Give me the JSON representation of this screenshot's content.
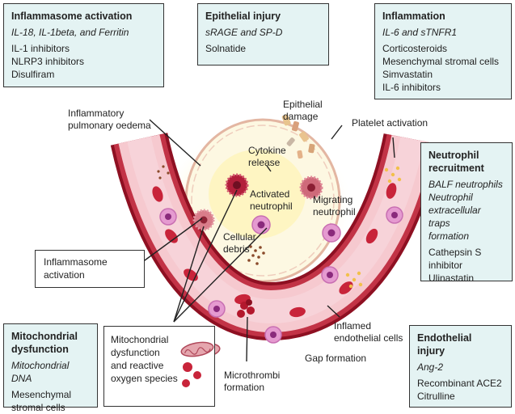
{
  "boxes": {
    "inflammasome_activation": {
      "title": "Inflammasome activation",
      "biomarkers": "IL-18, IL-1beta, and Ferritin",
      "therapies": [
        "IL-1 inhibitors",
        "NLRP3 inhibitors",
        "Disulfiram"
      ]
    },
    "epithelial_injury": {
      "title": "Epithelial injury",
      "biomarkers": "sRAGE and SP-D",
      "therapies": [
        "Solnatide"
      ]
    },
    "inflammation": {
      "title": "Inflammation",
      "biomarkers": "IL-6 and sTNFR1",
      "therapies": [
        "Corticosteroids",
        "Mesenchymal stromal cells",
        "Simvastatin",
        "IL-6 inhibitors"
      ]
    },
    "neutrophil_recruitment": {
      "title_lines": [
        "Neutrophil",
        "recruitment"
      ],
      "biomarker_lines": [
        "BALF neutrophils",
        "Neutrophil",
        "extracellular traps",
        "formation"
      ],
      "therapy_lines": [
        "Cathepsin S",
        "inhibitor",
        "Ulinastatin"
      ]
    },
    "mitochondrial_dysfunction": {
      "title_lines": [
        "Mitochondrial",
        "dysfunction"
      ],
      "biomarkers": "Mitochondrial DNA",
      "therapy_lines": [
        "Mesenchymal",
        "stromal cells"
      ]
    },
    "endothelial_injury": {
      "title_lines": [
        "Endothelial",
        "injury"
      ],
      "biomarkers": "Ang-2",
      "therapy_lines": [
        "Recombinant ACE2",
        "Citrulline"
      ]
    },
    "inflammasome_callout": {
      "lines": [
        "Inflammasome",
        "activation"
      ]
    },
    "mito_ros_callout": {
      "lines": [
        "Mitochondrial",
        "dysfunction",
        "and reactive",
        "oxygen species"
      ]
    }
  },
  "labels": {
    "pulmonary_oedema": [
      "Inflammatory",
      "pulmonary oedema"
    ],
    "epithelial_damage": [
      "Epithelial",
      "damage"
    ],
    "platelet_activation": "Platelet activation",
    "cytokine_release": [
      "Cytokine",
      "release"
    ],
    "activated_neutrophil": [
      "Activated",
      "neutrophil"
    ],
    "migrating_neutrophil": [
      "Migrating",
      "neutrophil"
    ],
    "cellular_debris": [
      "Cellular",
      "debris"
    ],
    "microthrombi": [
      "Microthrombi",
      "formation"
    ],
    "inflamed_endothelial": [
      "Inflamed",
      "endothelial cells"
    ],
    "gap_formation": "Gap formation"
  },
  "colors": {
    "box_fill": "#e4f3f3",
    "vessel_wall": "#a8162b",
    "vessel_lumen": "#f6c9cf",
    "red_cell": "#c8243a",
    "neutrophil": "#e59ad0",
    "alveolus_fill": "#fdf6d3",
    "alveolus_edge": "#e9b9a4"
  }
}
